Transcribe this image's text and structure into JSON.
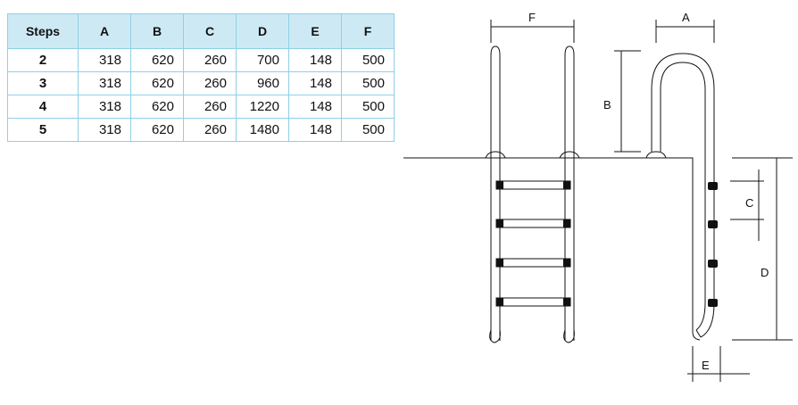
{
  "table": {
    "headers": [
      "Steps",
      "A",
      "B",
      "C",
      "D",
      "E",
      "F"
    ],
    "rows": [
      [
        "2",
        "318",
        "620",
        "260",
        "700",
        "148",
        "500"
      ],
      [
        "3",
        "318",
        "620",
        "260",
        "960",
        "148",
        "500"
      ],
      [
        "4",
        "318",
        "620",
        "260",
        "1220",
        "148",
        "500"
      ],
      [
        "5",
        "318",
        "620",
        "260",
        "1480",
        "148",
        "500"
      ]
    ]
  },
  "diagram": {
    "labels": {
      "F": "F",
      "A": "A",
      "B": "B",
      "C": "C",
      "D": "D",
      "E": "E"
    }
  },
  "colors": {
    "table_border": "#8fd0e6",
    "header_fill": "#cdeaf4"
  }
}
